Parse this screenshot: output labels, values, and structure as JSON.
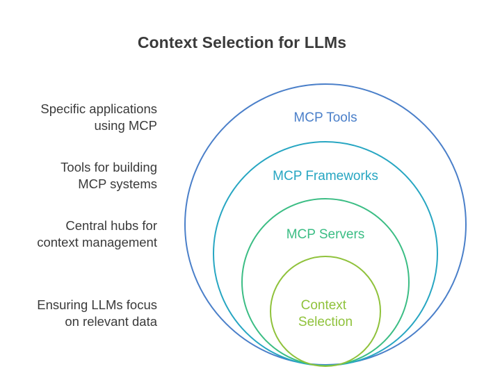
{
  "title": "Context Selection for LLMs",
  "layers": [
    {
      "label_lines": [
        "MCP Tools"
      ],
      "description_lines": [
        "Specific applications",
        "using MCP"
      ],
      "color": "#4a7fc9"
    },
    {
      "label_lines": [
        "MCP Frameworks"
      ],
      "description_lines": [
        "Tools for building",
        "MCP systems"
      ],
      "color": "#27a6c2"
    },
    {
      "label_lines": [
        "MCP Servers"
      ],
      "description_lines": [
        "Central hubs for",
        "context management"
      ],
      "color": "#3bbd84"
    },
    {
      "label_lines": [
        "Context",
        "Selection"
      ],
      "description_lines": [
        "Ensuring LLMs focus",
        "on relevant data"
      ],
      "color": "#8fc23b"
    }
  ]
}
